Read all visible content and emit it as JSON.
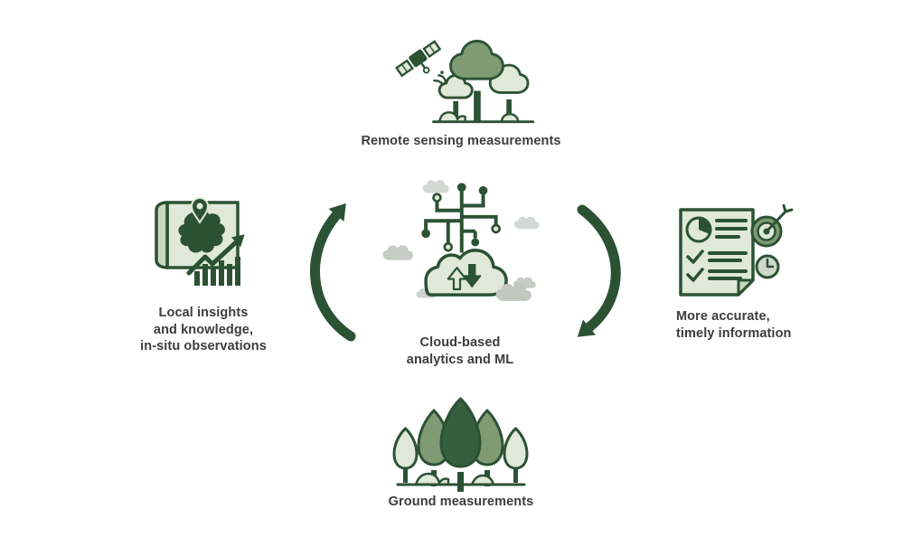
{
  "diagram": {
    "nodes": {
      "remote_sensing": {
        "label": "Remote sensing measurements",
        "icon": "satellite-and-trees"
      },
      "cloud_analytics": {
        "label": "Cloud-based\nanalytics and ML",
        "icon": "cloud-circuit"
      },
      "local_insights": {
        "label": "Local insights\nand knowledge,\nin-situ observations",
        "icon": "map-pin-bar-chart"
      },
      "timely_information": {
        "label": "More accurate,\ntimely information",
        "icon": "report-target-clock"
      },
      "ground_measurements": {
        "label": "Ground measurements",
        "icon": "forest"
      }
    },
    "flow": {
      "type": "cycle",
      "arrows": [
        {
          "name": "left-cycle-arrow",
          "direction": "clockwise"
        },
        {
          "name": "right-cycle-arrow",
          "direction": "clockwise"
        }
      ]
    },
    "colors": {
      "dark_green": "#2b5233",
      "mid_green": "#7f9b74",
      "light_green": "#e0e9d8",
      "pale_green": "#c9d9c0",
      "cloud_gray": "#c6cbc6",
      "cloud_gray_light": "#d4d8d4",
      "text": "#3c3c3c",
      "background": "#ffffff"
    }
  }
}
